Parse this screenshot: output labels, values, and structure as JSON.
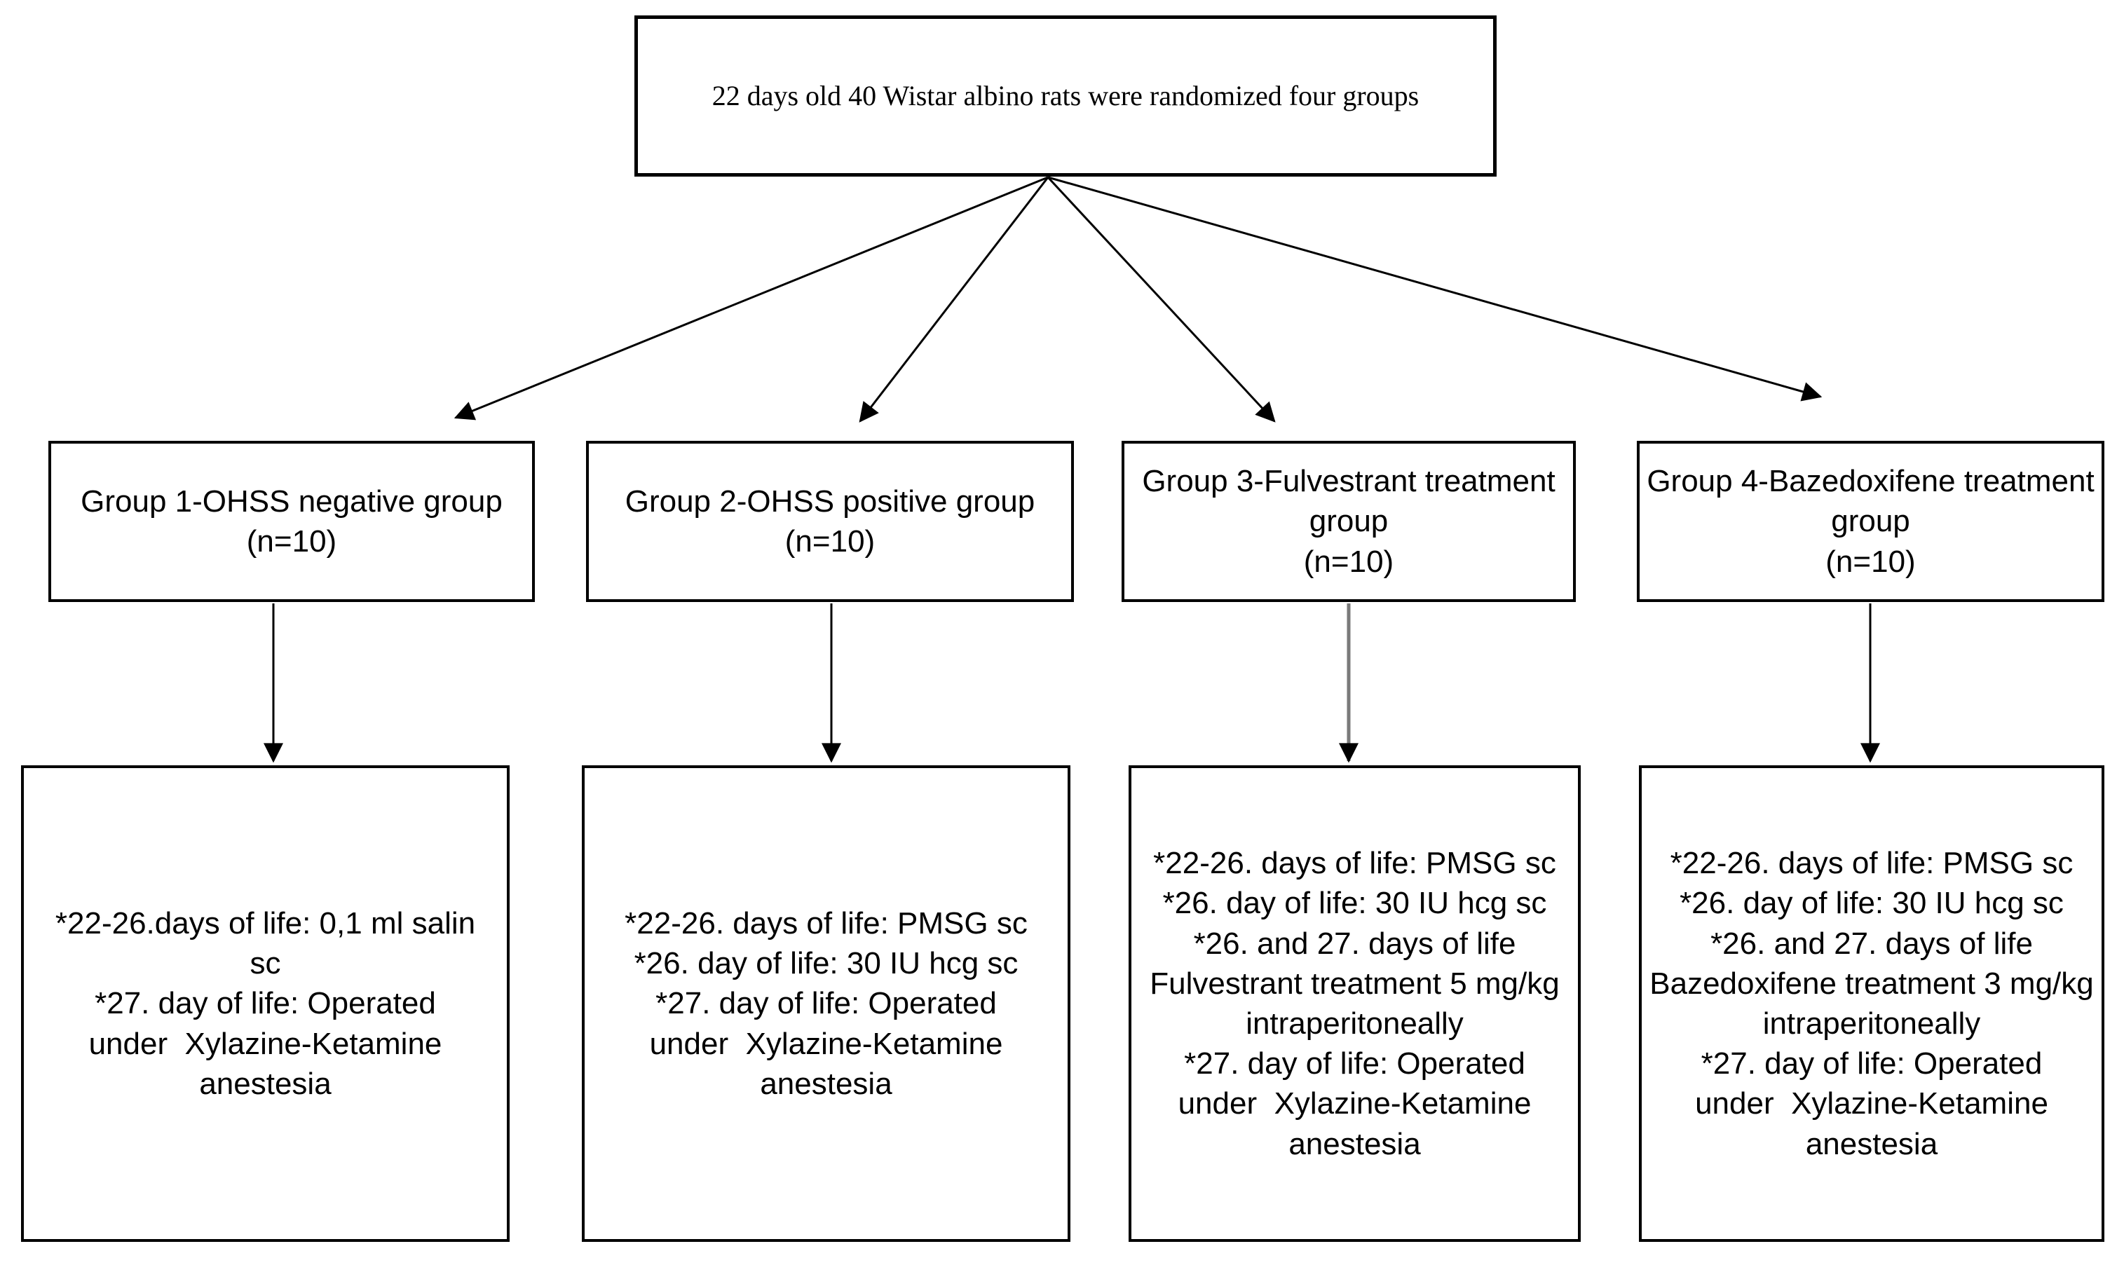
{
  "figure": {
    "title_box": {
      "text": "22 days old 40 Wistar albino rats were randomized four groups"
    },
    "groups": [
      {
        "label": "Group 1-OHSS negative group\n(n=10)",
        "detail": "*22-26.days of life: 0,1 ml salin\nsc\n*27. day of life: Operated\nunder  Xylazine-Ketamine\nanestesia"
      },
      {
        "label": "Group 2-OHSS positive group\n(n=10)",
        "detail": "*22-26. days of life: PMSG sc\n*26. day of life: 30 IU hcg sc\n*27. day of life: Operated\nunder  Xylazine-Ketamine\nanestesia"
      },
      {
        "label": "Group 3-Fulvestrant treatment\ngroup\n(n=10)",
        "detail": "*22-26. days of life: PMSG sc\n*26. day of life: 30 IU hcg sc\n*26. and 27. days of life\nFulvestrant treatment 5 mg/kg\nintraperitoneally\n*27. day of life: Operated\nunder  Xylazine-Ketamine\nanestesia"
      },
      {
        "label": "Group 4-Bazedoxifene treatment\ngroup\n(n=10)",
        "detail": "*22-26. days of life: PMSG sc\n*26. day of life: 30 IU hcg sc\n*26. and 27. days of life\nBazedoxifene treatment 3 mg/kg\nintraperitoneally\n*27. day of life: Operated\nunder  Xylazine-Ketamine\nanestesia"
      }
    ],
    "connections": [
      {
        "from": "title-box",
        "to": "group-box-1",
        "style": "black-arrow"
      },
      {
        "from": "title-box",
        "to": "group-box-2",
        "style": "black-arrow"
      },
      {
        "from": "title-box",
        "to": "group-box-3",
        "style": "black-arrow"
      },
      {
        "from": "title-box",
        "to": "group-box-4",
        "style": "black-arrow"
      },
      {
        "from": "group-box-1",
        "to": "detail-box-1",
        "style": "black-arrow"
      },
      {
        "from": "group-box-2",
        "to": "detail-box-2",
        "style": "black-arrow"
      },
      {
        "from": "group-box-3",
        "to": "detail-box-3",
        "style": "gray-arrow"
      },
      {
        "from": "group-box-4",
        "to": "detail-box-4",
        "style": "black-arrow"
      }
    ],
    "colors": {
      "background": "#ffffff",
      "border": "#000000",
      "arrow": "#000000",
      "gray_arrow_shaft": "#7a7a7a",
      "text": "#000000"
    }
  }
}
